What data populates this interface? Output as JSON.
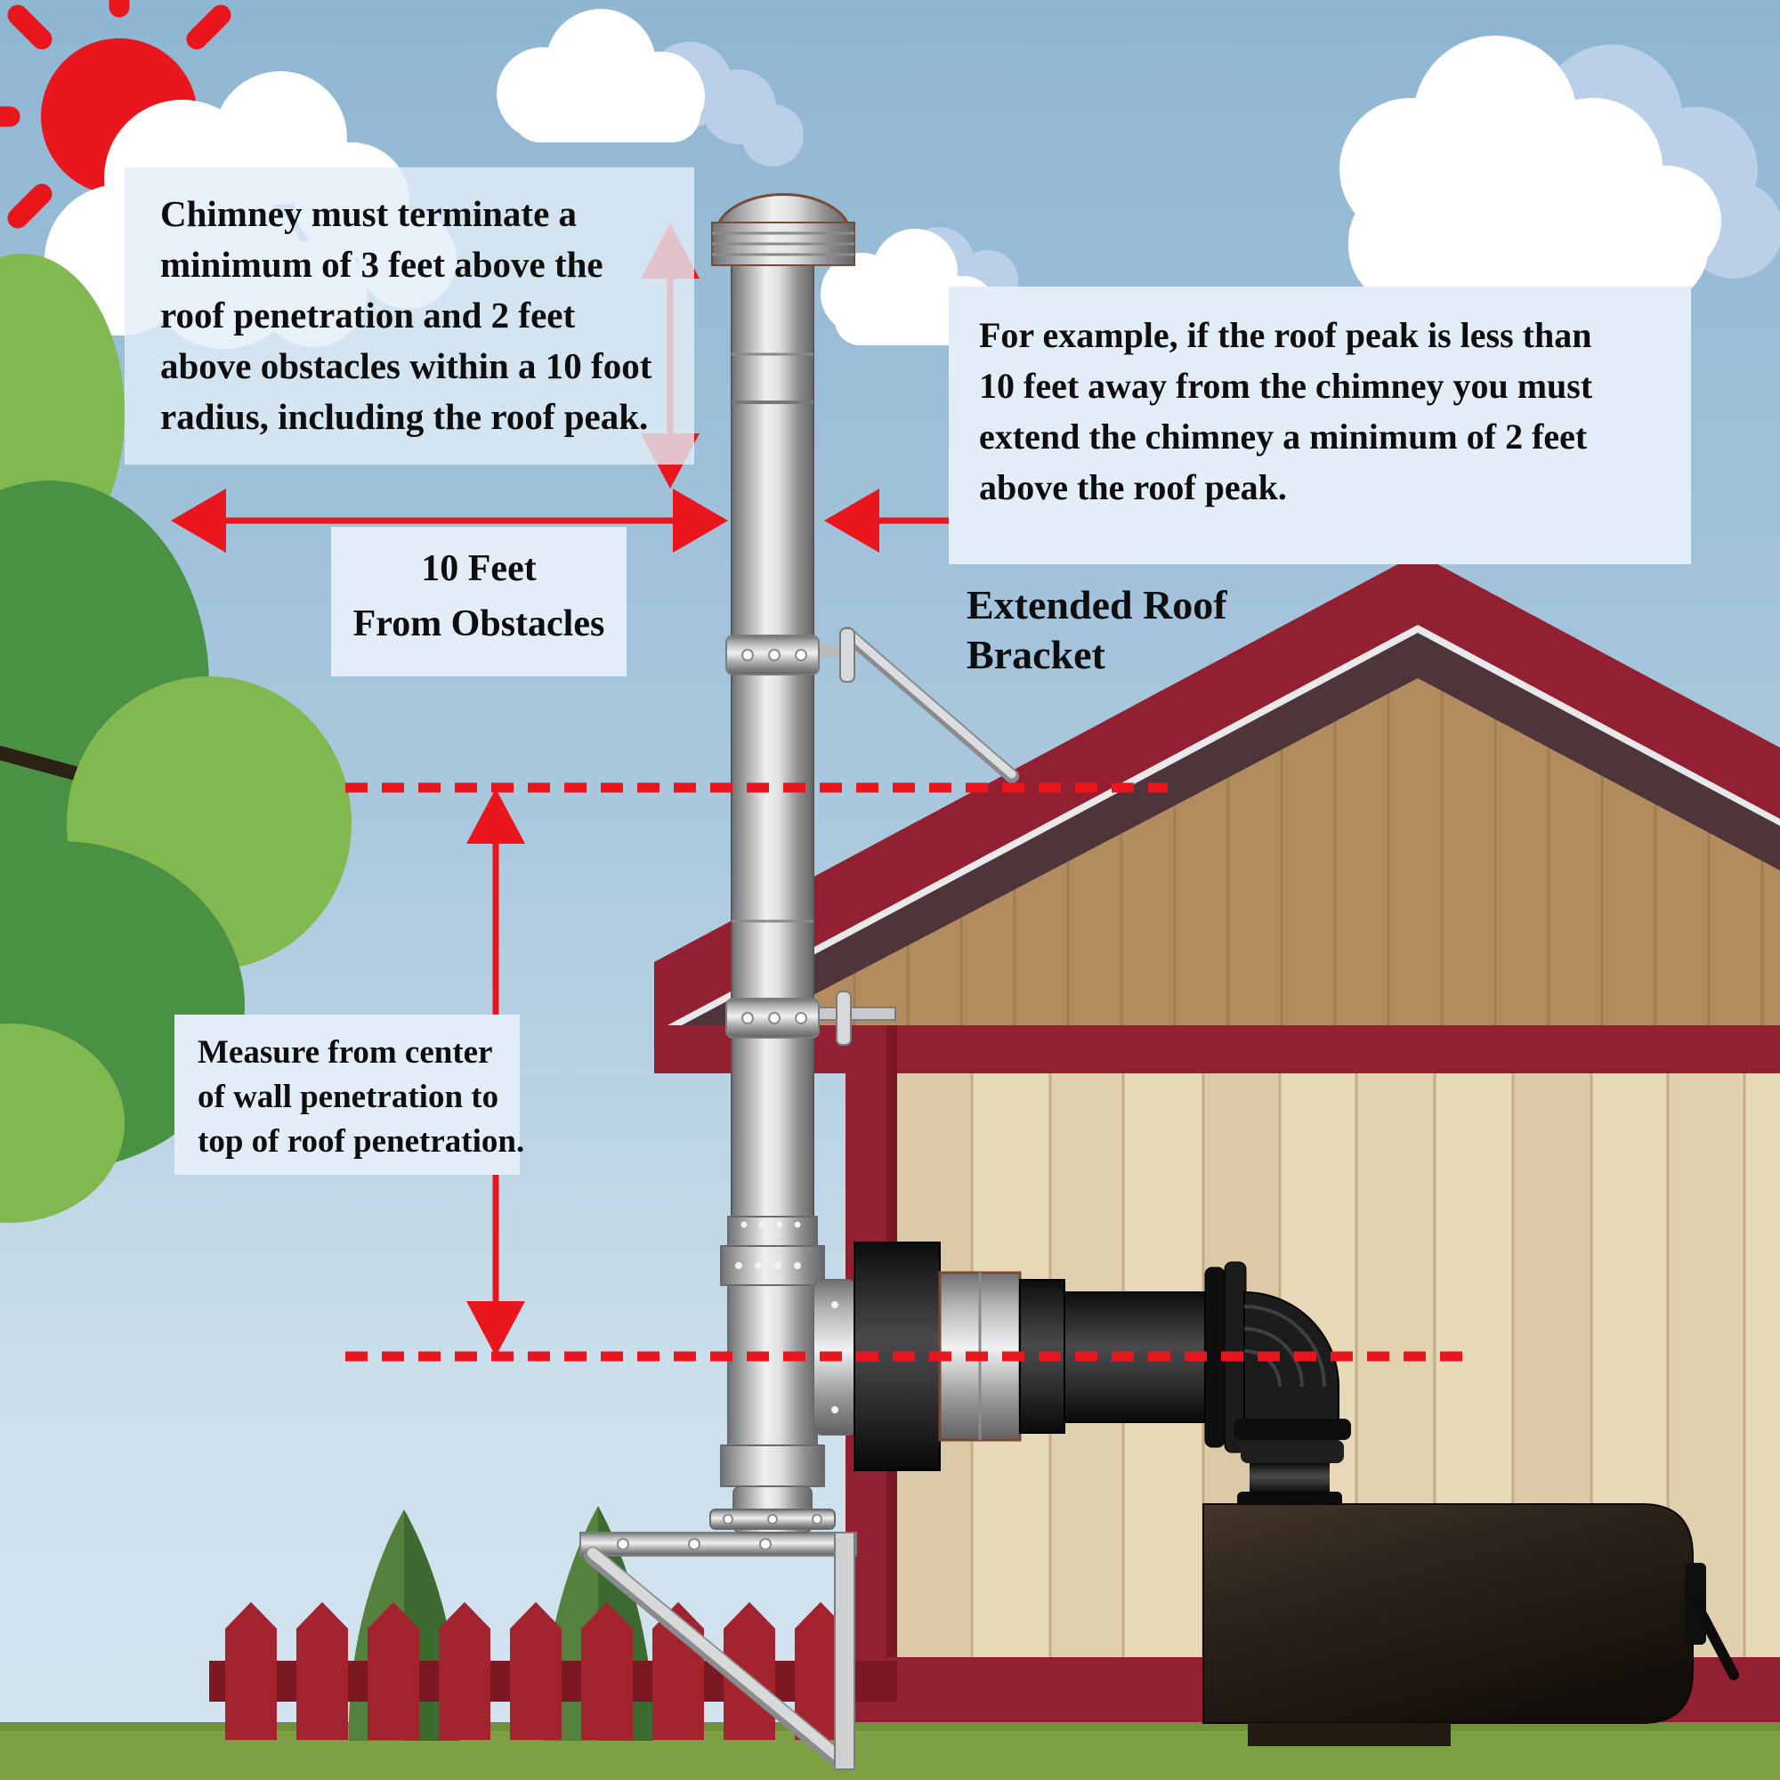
{
  "annotations": {
    "terminate_note": {
      "lines": [
        "Chimney must terminate a",
        "minimum of 3 feet above the",
        "roof penetration and 2 feet",
        "above obstacles within a 10 foot",
        "radius, including the roof peak."
      ]
    },
    "obstacle_distance": {
      "lines": [
        "10 Feet",
        "From Obstacles"
      ]
    },
    "roof_peak_note": {
      "lines": [
        "For example, if the roof peak is less than",
        "10 feet away from the chimney you must",
        "extend the chimney a minimum of 2 feet",
        "above the roof peak."
      ]
    },
    "bracket_label": {
      "lines": [
        "Extended Roof",
        "Bracket"
      ]
    },
    "measure_note": {
      "lines": [
        "Measure from center",
        "of wall penetration to",
        "top of roof penetration."
      ]
    }
  },
  "colors": {
    "arrow_red": "#e9161d",
    "roof_red": "#932031",
    "dark_red": "#7c1823",
    "fence_red": "#a3242f",
    "sky_top": "#8fb6d2",
    "sky_bottom": "#d4e4ef",
    "grass_green": "#7da243",
    "tree_light": "#82b850",
    "tree_dark": "#4a9144",
    "cypress_light": "#55813e",
    "cypress_dark": "#3d6a31",
    "gable_wood": "#b28c5e",
    "siding_wood": "#e7d8b8",
    "cloud_white": "#ffffff",
    "cloud_blue": "#bad0e8",
    "note_bg": "#e2edf7",
    "text_black": "#0e0e0e"
  }
}
